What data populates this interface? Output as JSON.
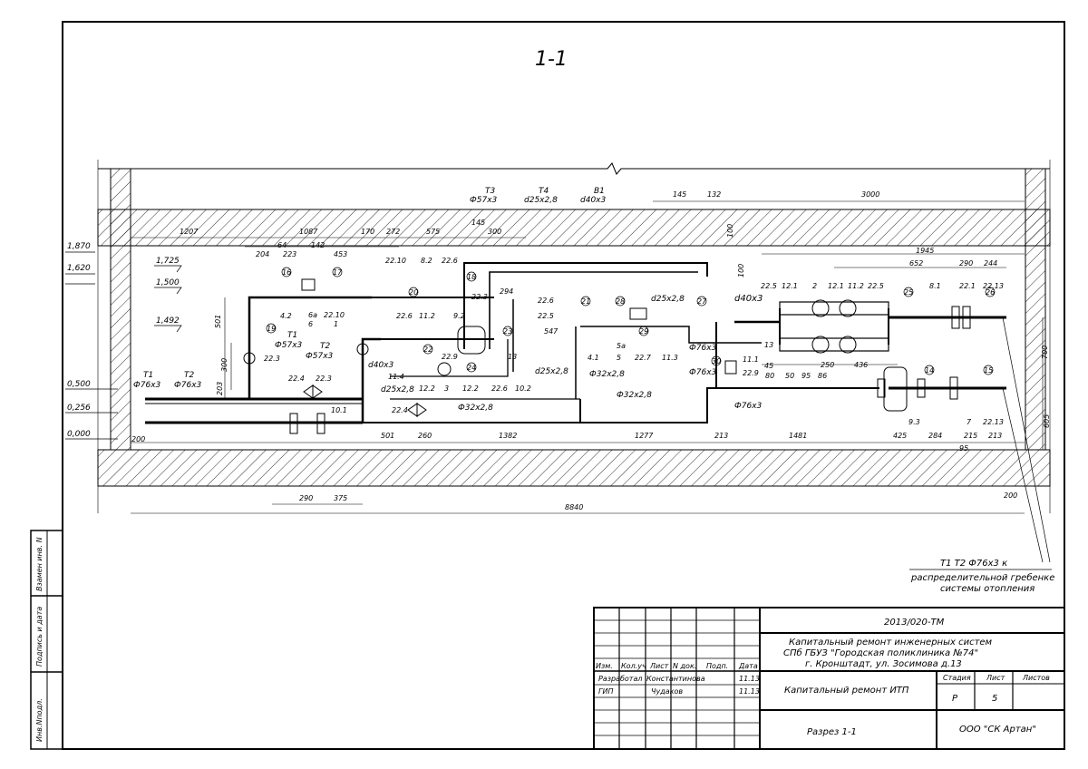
{
  "drawing": {
    "section_title": "1-1",
    "elevations": [
      "1,870",
      "1,620",
      "1,725",
      "1,500",
      "1,492",
      "0,500",
      "0,256",
      "0,000"
    ],
    "pipe_labels": {
      "t1": "Т1",
      "t1_size": "Ф57х3",
      "t2": "Т2",
      "t2_size": "Ф57х3",
      "t1_main": "Т1",
      "t1_main_size": "Ф76х3",
      "t2_main": "Т2",
      "t2_main_size": "Ф76х3",
      "t3": "Т3",
      "t3_size": "Ф57х3",
      "t4": "Т4",
      "t4_size": "d25х2,8",
      "b1": "В1",
      "b1_size": "d40х3",
      "d25_right": "d25х2,8",
      "d40_right": "d40х3",
      "d40_left": "d40х3",
      "d25_left": "d25х2,8",
      "d25_mid": "d25х2,8",
      "f32_a": "Ф32х2,8",
      "f32_b": "Ф32х2,8",
      "f32_c": "Ф32х2,8",
      "f76_a": "Ф76х3",
      "f76_b": "Ф76х3",
      "f76_c": "Ф76х3"
    },
    "dims_top": [
      "1207",
      "1087",
      "170",
      "272",
      "575",
      "145",
      "300",
      "145",
      "132",
      "3000",
      "204",
      "64",
      "223",
      "142",
      "453",
      "1945",
      "652",
      "290",
      "244"
    ],
    "dims_bottom": [
      "200",
      "501",
      "260",
      "1382",
      "1277",
      "213",
      "1481",
      "425",
      "284",
      "215",
      "213",
      "95",
      "290",
      "375",
      "8840",
      "200"
    ],
    "dims_misc": [
      "501",
      "300",
      "203",
      "294",
      "547",
      "100",
      "100",
      "700",
      "605",
      "45",
      "80",
      "50",
      "95",
      "86",
      "250",
      "436"
    ],
    "item_labels": [
      "4.2",
      "6а",
      "6",
      "22.10",
      "1",
      "22.10",
      "8.2",
      "22.6",
      "22.3",
      "22.6",
      "22.5",
      "9.2",
      "22.3",
      "22.4",
      "22.3",
      "22.6",
      "11.2",
      "11.4",
      "22.9",
      "12.2",
      "3",
      "12.2",
      "22.6",
      "10.2",
      "13",
      "10.1",
      "22.4",
      "4.1",
      "5а",
      "5",
      "22.7",
      "11.3",
      "22.5",
      "12.1",
      "2",
      "12.1",
      "11.2",
      "22.5",
      "8.1",
      "22.1",
      "22.13",
      "13",
      "11.1",
      "22.9",
      "9.3",
      "7",
      "22.13"
    ],
    "bubble_numbers": [
      "16",
      "17",
      "20",
      "21",
      "28",
      "27",
      "25",
      "26",
      "19",
      "22",
      "18",
      "23",
      "29",
      "14",
      "15",
      "24",
      "30"
    ],
    "note_line1": "Т1 Т2 Ф76х3 к",
    "note_line2": "распределительной гребенке",
    "note_line3": "системы отопления"
  },
  "side_stamp": {
    "cell1": "Взамен инв. N",
    "cell2": "Подпись и дата",
    "cell3": "Инв.Nподл."
  },
  "title_block": {
    "doc_code": "2013/020-ТМ",
    "project_line1": "Капитальный ремонт инженерных систем",
    "project_line2": "СПб ГБУЗ \"Городская поликлиника №74\"",
    "project_line3": "г. Кронштадт, ул. Зосимова д.13",
    "headers": [
      "Изм.",
      "Кол.уч",
      "Лист",
      "N док.",
      "Подп.",
      "Дата"
    ],
    "rows": [
      {
        "role": "Разработал",
        "name": "Константинова",
        "date": "11.13"
      },
      {
        "role": "ГИП",
        "name": "Чудаков",
        "date": "11.13"
      }
    ],
    "object_name": "Капитальный ремонт ИТП",
    "stage_label": "Стадия",
    "sheet_label": "Лист",
    "sheets_label": "Листов",
    "stage": "Р",
    "sheet": "5",
    "sheets": "",
    "sheet_name": "Разрез 1-1",
    "company": "ООО \"СК Артан\""
  }
}
